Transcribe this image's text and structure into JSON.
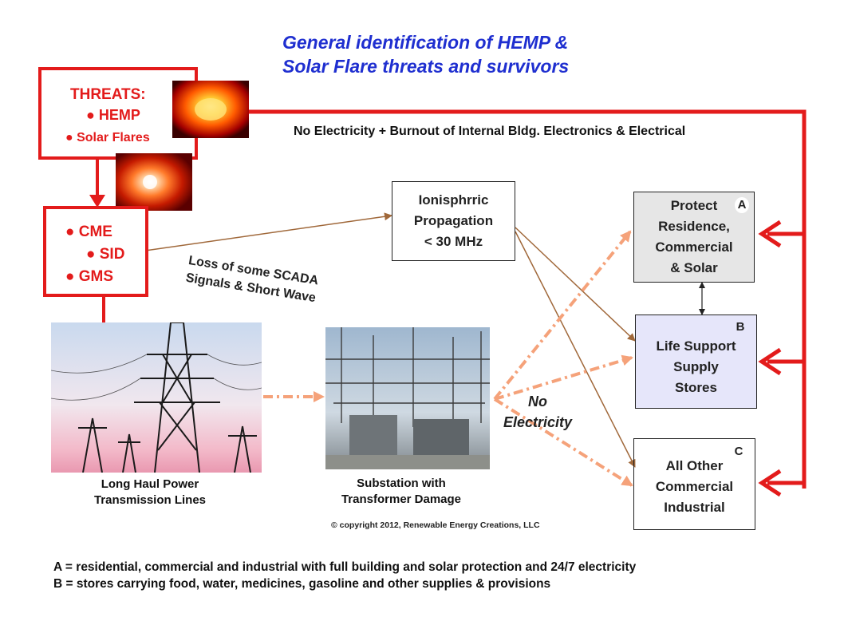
{
  "title": {
    "line1": "General identification of HEMP &",
    "line2": "Solar Flare threats and survivors"
  },
  "threats": {
    "heading": "THREATS:",
    "items": [
      "● HEMP",
      "● Solar Flares"
    ]
  },
  "effects": {
    "items": [
      "● CME",
      "● SID",
      "● GMS"
    ]
  },
  "banner": "No Electricity + Burnout of Internal Bldg. Electronics & Electrical",
  "ionosphere": {
    "lines": [
      "Ionisphrric",
      "Propagation",
      "< 30 MHz"
    ]
  },
  "scada_label": {
    "line1": "Loss of some SCADA",
    "line2": "Signals & Short Wave"
  },
  "no_electricity": {
    "line1": "No",
    "line2": "Electricity"
  },
  "survivors": [
    {
      "badge": "A",
      "lines": [
        "Protect",
        "Residence,",
        "Commercial",
        "& Solar"
      ]
    },
    {
      "badge": "B",
      "lines": [
        "Life Support",
        "Supply",
        "Stores"
      ]
    },
    {
      "badge": "C",
      "lines": [
        "All Other",
        "Commercial",
        "Industrial"
      ]
    }
  ],
  "captions": {
    "power_lines": [
      "Long Haul Power",
      "Transmission Lines"
    ],
    "substation": [
      "Substation with",
      "Transformer Damage"
    ]
  },
  "copyright": "© copyright 2012, Renewable Energy Creations, LLC",
  "legend": {
    "a": "A = residential, commercial and industrial  with full building and solar protection and 24/7 electricity",
    "b": "B = stores carrying food, water, medicines, gasoline and other supplies & provisions"
  },
  "colors": {
    "red": "#e31b1b",
    "blue_title": "#1f2fd0",
    "brown_arrow": "#a0683a",
    "orange_dashed": "#f5a27a",
    "box_a_fill": "#e6e6e6",
    "box_b_fill": "#e6e6fa"
  }
}
